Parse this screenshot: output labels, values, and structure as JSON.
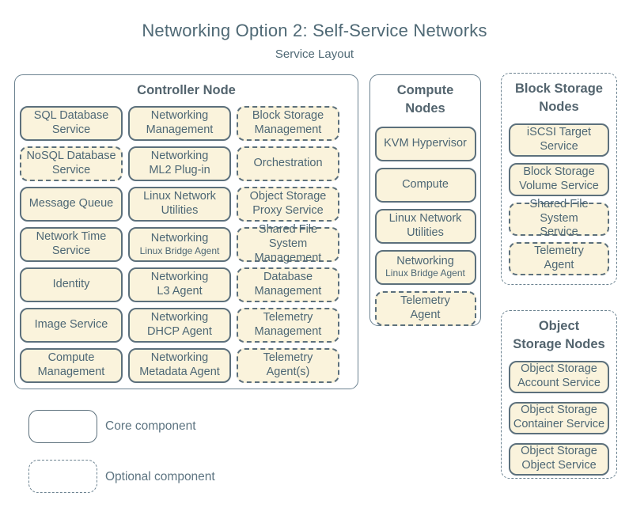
{
  "title": "Networking Option 2: Self-Service Networks",
  "subtitle": "Service Layout",
  "colors": {
    "background": "#ffffff",
    "box_fill": "#faf3dc",
    "box_border": "#5c707c",
    "container_border": "#6b8290",
    "text": "#4d6775",
    "heading_text": "#53646e"
  },
  "controller": {
    "title": "Controller Node",
    "items": [
      {
        "label": "SQL Database\nService",
        "type": "core"
      },
      {
        "label": "Networking\nManagement",
        "type": "core"
      },
      {
        "label": "Block Storage\nManagement",
        "type": "optional"
      },
      {
        "label": "NoSQL Database\nService",
        "type": "optional"
      },
      {
        "label": "Networking\nML2 Plug-in",
        "type": "core"
      },
      {
        "label": "Orchestration",
        "type": "optional"
      },
      {
        "label": "Message Queue",
        "type": "core"
      },
      {
        "label": "Linux Network\nUtilities",
        "type": "core"
      },
      {
        "label": "Object Storage\nProxy Service",
        "type": "optional"
      },
      {
        "label": "Network Time\nService",
        "type": "core"
      },
      {
        "label": "Networking",
        "sublabel": "Linux Bridge Agent",
        "type": "core"
      },
      {
        "label": "Shared File System\nManagement",
        "type": "optional"
      },
      {
        "label": "Identity",
        "type": "core"
      },
      {
        "label": "Networking\nL3 Agent",
        "type": "core"
      },
      {
        "label": "Database\nManagement",
        "type": "optional"
      },
      {
        "label": "Image Service",
        "type": "core"
      },
      {
        "label": "Networking\nDHCP Agent",
        "type": "core"
      },
      {
        "label": "Telemetry\nManagement",
        "type": "optional"
      },
      {
        "label": "Compute\nManagement",
        "type": "core"
      },
      {
        "label": "Networking\nMetadata Agent",
        "type": "core"
      },
      {
        "label": "Telemetry\nAgent(s)",
        "type": "optional"
      }
    ]
  },
  "compute": {
    "title": "Compute\nNodes",
    "items": [
      {
        "label": "KVM Hypervisor",
        "type": "core"
      },
      {
        "label": "Compute",
        "type": "core"
      },
      {
        "label": "Linux Network\nUtilities",
        "type": "core"
      },
      {
        "label": "Networking",
        "sublabel": "Linux Bridge Agent",
        "type": "core"
      },
      {
        "label": "Telemetry\nAgent",
        "type": "optional"
      }
    ]
  },
  "block_storage": {
    "title": "Block Storage\nNodes",
    "items": [
      {
        "label": "iSCSI Target\nService",
        "type": "core"
      },
      {
        "label": "Block Storage\nVolume Service",
        "type": "core"
      },
      {
        "label": "Shared File System\nService",
        "type": "optional"
      },
      {
        "label": "Telemetry\nAgent",
        "type": "optional"
      }
    ]
  },
  "object_storage": {
    "title": "Object\nStorage Nodes",
    "items": [
      {
        "label": "Object Storage\nAccount Service",
        "type": "core"
      },
      {
        "label": "Object Storage\nContainer Service",
        "type": "core"
      },
      {
        "label": "Object Storage\nObject Service",
        "type": "core"
      }
    ]
  },
  "legend": {
    "core_label": "Core component",
    "optional_label": "Optional component"
  }
}
